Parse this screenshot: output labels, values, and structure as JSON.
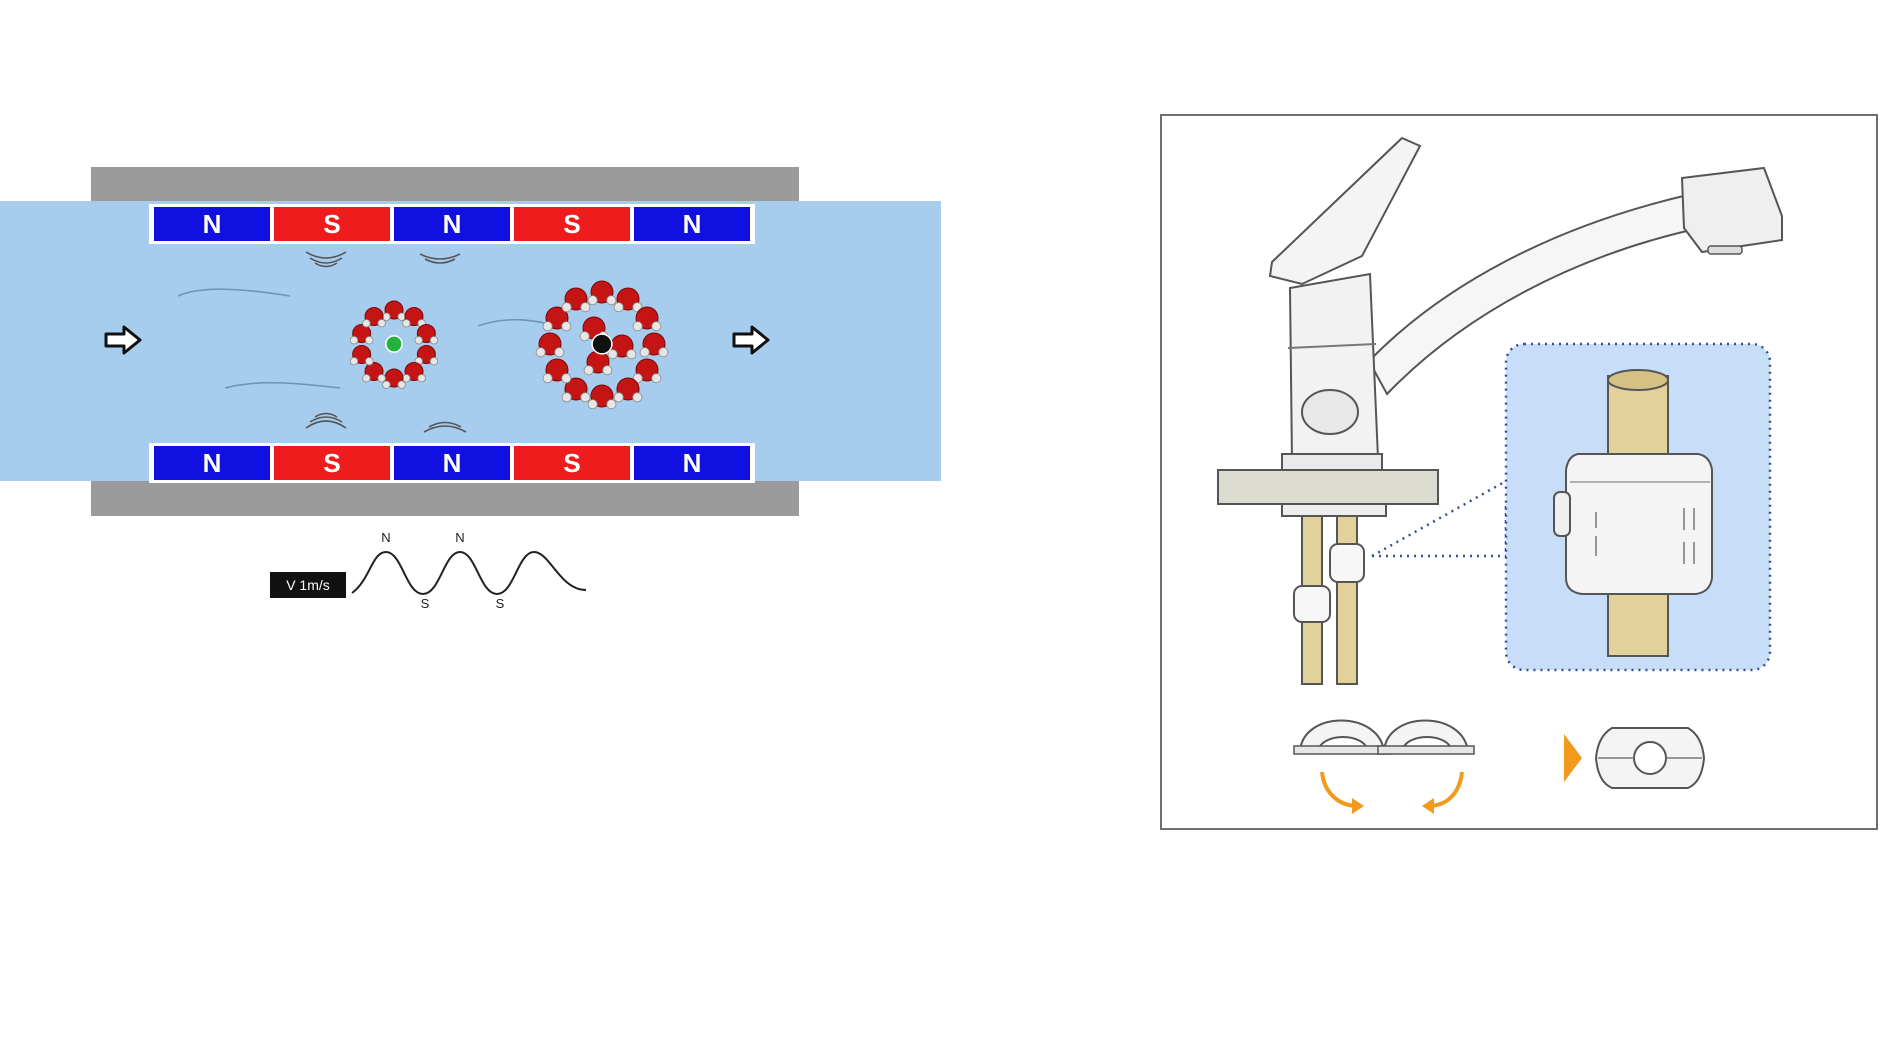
{
  "magnets": {
    "poles": [
      "N",
      "S",
      "N",
      "S",
      "N"
    ],
    "colors": {
      "N": "#1010e0",
      "S": "#ee1c1c"
    }
  },
  "waveform": {
    "speed_label": "V 1m/s",
    "top_labels": [
      "N",
      "N"
    ],
    "bottom_labels": [
      "S",
      "S"
    ]
  },
  "colors": {
    "water": "#a7cdee",
    "housing": "#9b9b9b",
    "oxygen": "#c41414",
    "hydrogen": "#e6e6e6",
    "cation": "#22b33a",
    "anion": "#111111",
    "arrow_orange": "#f29a1c",
    "brass": "#e2d19a",
    "highlight_panel": "#c8ddf7"
  },
  "icons": {
    "inflow": "arrow-right-icon",
    "outflow": "arrow-right-icon"
  }
}
